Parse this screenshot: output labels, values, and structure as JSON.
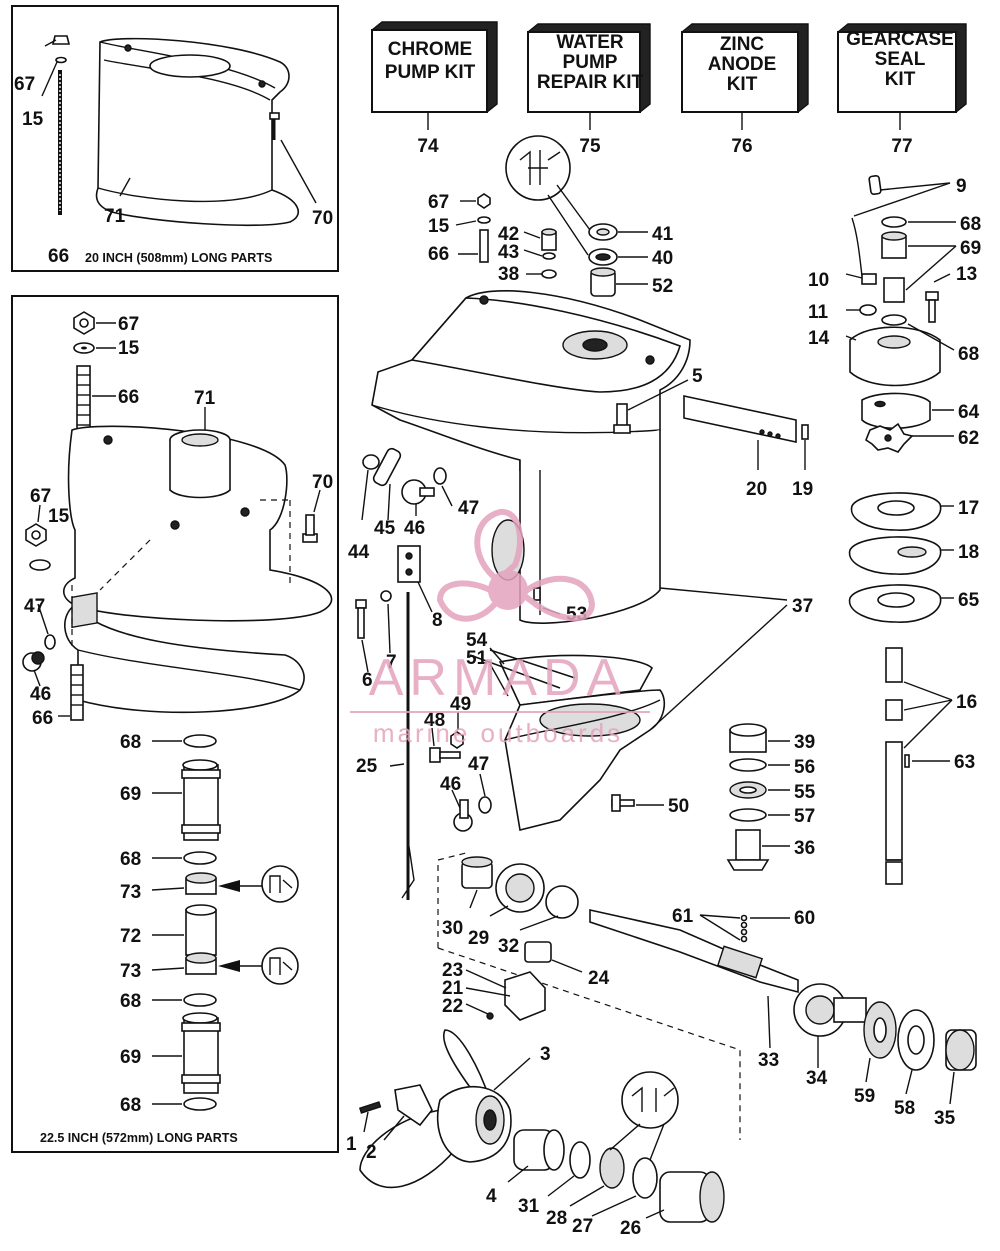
{
  "kits": [
    {
      "lines": [
        "CHROME",
        "PUMP KIT"
      ],
      "number": "74"
    },
    {
      "lines": [
        "WATER",
        "PUMP",
        "REPAIR KIT"
      ],
      "number": "75"
    },
    {
      "lines": [
        "ZINC",
        "ANODE",
        "KIT"
      ],
      "number": "76"
    },
    {
      "lines": [
        "GEARCASE",
        "SEAL",
        "KIT"
      ],
      "number": "77"
    }
  ],
  "panels": {
    "top_caption": "20 INCH (508mm) LONG PARTS",
    "bottom_caption": "22.5 INCH (572mm) LONG PARTS"
  },
  "watermark": {
    "brand": "ARMADA",
    "tagline": "marine outboards",
    "color": "#e4a3bd"
  },
  "callouts": {
    "c67a": "67",
    "c15a": "15",
    "c66a": "66",
    "c71a": "71",
    "c70a": "70",
    "c67b": "67",
    "c15b": "15",
    "c66b": "66",
    "c71b": "71",
    "c70b": "70",
    "c67c": "67",
    "c15c": "15",
    "c47a": "47",
    "c46a": "46",
    "c66c": "66",
    "c68a": "68",
    "c69a": "69",
    "c68b": "68",
    "c73a": "73",
    "c72": "72",
    "c73b": "73",
    "c68c": "68",
    "c69b": "69",
    "c68d": "68",
    "c67d": "67",
    "c15d": "15",
    "c66d": "66",
    "c42": "42",
    "c43": "43",
    "c38": "38",
    "c41": "41",
    "c40": "40",
    "c52": "52",
    "c5": "5",
    "c20": "20",
    "c19": "19",
    "c44": "44",
    "c45": "45",
    "c46b": "46",
    "c47b": "47",
    "c8": "8",
    "c53": "53",
    "c37": "37",
    "c7": "7",
    "c6": "6",
    "c54": "54",
    "c51": "51",
    "c49": "49",
    "c48": "48",
    "c25": "25",
    "c47c": "47",
    "c46c": "46",
    "c50": "50",
    "c39": "39",
    "c56": "56",
    "c55": "55",
    "c57": "57",
    "c36": "36",
    "c30": "30",
    "c29": "29",
    "c32": "32",
    "c61": "61",
    "c60": "60",
    "c24": "24",
    "c23": "23",
    "c21": "21",
    "c22": "22",
    "c33": "33",
    "c34": "34",
    "c59": "59",
    "c58": "58",
    "c35": "35",
    "c3": "3",
    "c1": "1",
    "c2": "2",
    "c4": "4",
    "c31": "31",
    "c28": "28",
    "c27": "27",
    "c26": "26",
    "c9": "9",
    "c68e": "68",
    "c69c": "69",
    "c10": "10",
    "c13": "13",
    "c11": "11",
    "c14": "14",
    "c68f": "68",
    "c64": "64",
    "c62": "62",
    "c17": "17",
    "c18": "18",
    "c65": "65",
    "c16": "16",
    "c63": "63"
  }
}
